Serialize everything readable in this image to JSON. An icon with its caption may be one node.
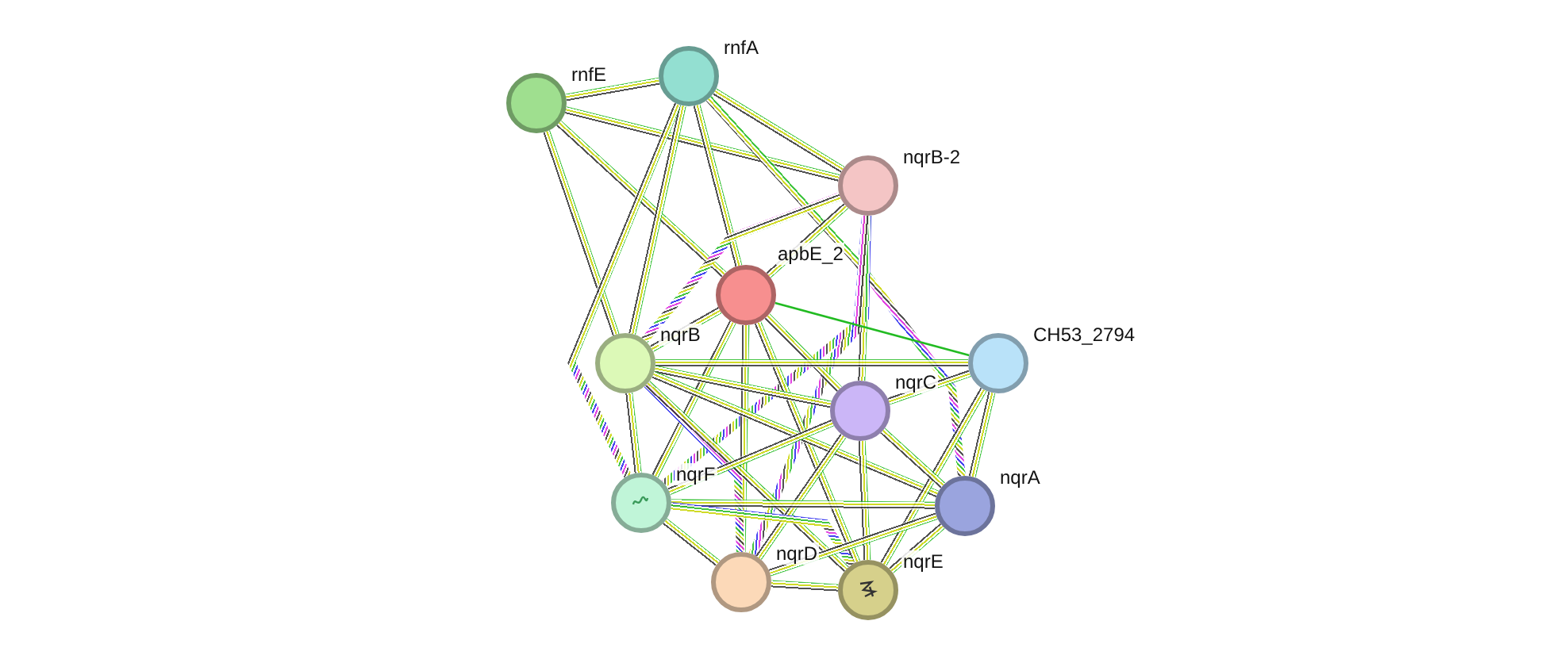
{
  "diagram": {
    "nodes": [
      {
        "text": [
          "rnfE"
        ]
      },
      {
        "text": [
          "rnfA"
        ]
      },
      {
        "text": [
          "nqrB-2"
        ]
      },
      {
        "text": [
          "apbE_2"
        ]
      },
      {
        "text": [
          "nqrB"
        ]
      },
      {
        "text": [
          "CH53_2794"
        ]
      },
      {
        "text": [
          "nqrC"
        ]
      },
      {
        "text": [
          "nqrF"
        ]
      },
      {
        "text": [
          "nqrA"
        ]
      },
      {
        "text": [
          "nqrD"
        ]
      },
      {
        "text": [
          "nqrE"
        ]
      }
    ],
    "edges": [
      {
        "from": 0,
        "to": 1,
        "arrow": "none"
      },
      {
        "from": 0,
        "to": 2,
        "arrow": "none"
      },
      {
        "from": 0,
        "to": 3,
        "arrow": "none"
      },
      {
        "from": 0,
        "to": 4,
        "arrow": "none"
      },
      {
        "from": 1,
        "to": 2,
        "arrow": "none"
      },
      {
        "from": 1,
        "to": 3,
        "arrow": "none"
      },
      {
        "from": 1,
        "to": 4,
        "arrow": "none"
      },
      {
        "from": 1,
        "to": 7,
        "arrow": "none"
      },
      {
        "from": 1,
        "to": 8,
        "arrow": "none"
      },
      {
        "from": 2,
        "to": 3,
        "arrow": "none"
      },
      {
        "from": 2,
        "to": 4,
        "arrow": "none"
      },
      {
        "from": 2,
        "to": 6,
        "arrow": "none"
      },
      {
        "from": 2,
        "to": 7,
        "arrow": "none"
      },
      {
        "from": 2,
        "to": 9,
        "arrow": "none"
      },
      {
        "from": 3,
        "to": 4,
        "arrow": "none"
      },
      {
        "from": 3,
        "to": 5,
        "arrow": "none",
        "color": "#22bb22"
      },
      {
        "from": 3,
        "to": 6,
        "arrow": "none"
      },
      {
        "from": 3,
        "to": 7,
        "arrow": "none"
      },
      {
        "from": 3,
        "to": 9,
        "arrow": "none"
      },
      {
        "from": 3,
        "to": 10,
        "arrow": "none"
      },
      {
        "from": 4,
        "to": 5,
        "arrow": "none"
      },
      {
        "from": 4,
        "to": 6,
        "arrow": "none"
      },
      {
        "from": 4,
        "to": 7,
        "arrow": "none"
      },
      {
        "from": 4,
        "to": 9,
        "arrow": "none"
      },
      {
        "from": 4,
        "to": 10,
        "arrow": "none"
      },
      {
        "from": 4,
        "to": 8,
        "arrow": "none"
      },
      {
        "from": 5,
        "to": 6,
        "arrow": "none"
      },
      {
        "from": 5,
        "to": 8,
        "arrow": "none"
      },
      {
        "from": 5,
        "to": 10,
        "arrow": "none"
      },
      {
        "from": 6,
        "to": 7,
        "arrow": "none"
      },
      {
        "from": 6,
        "to": 8,
        "arrow": "none"
      },
      {
        "from": 6,
        "to": 9,
        "arrow": "none"
      },
      {
        "from": 6,
        "to": 10,
        "arrow": "none"
      },
      {
        "from": 7,
        "to": 8,
        "arrow": "none"
      },
      {
        "from": 7,
        "to": 9,
        "arrow": "none"
      },
      {
        "from": 7,
        "to": 10,
        "arrow": "none"
      },
      {
        "from": 8,
        "to": 9,
        "arrow": "none"
      },
      {
        "from": 8,
        "to": 10,
        "arrow": "none"
      },
      {
        "from": 9,
        "to": 10,
        "arrow": "none"
      }
    ]
  }
}
